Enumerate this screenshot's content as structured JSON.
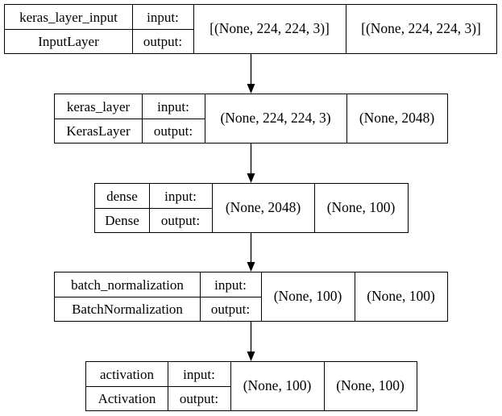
{
  "layers": [
    {
      "name": "keras_layer_input",
      "type": "InputLayer",
      "input_label": "input:",
      "output_label": "output:",
      "input_shape": "[(None, 224, 224, 3)]",
      "output_shape": "[(None, 224, 224, 3)]"
    },
    {
      "name": "keras_layer",
      "type": "KerasLayer",
      "input_label": "input:",
      "output_label": "output:",
      "input_shape": "(None, 224, 224, 3)",
      "output_shape": "(None, 2048)"
    },
    {
      "name": "dense",
      "type": "Dense",
      "input_label": "input:",
      "output_label": "output:",
      "input_shape": "(None, 2048)",
      "output_shape": "(None, 100)"
    },
    {
      "name": "batch_normalization",
      "type": "BatchNormalization",
      "input_label": "input:",
      "output_label": "output:",
      "input_shape": "(None, 100)",
      "output_shape": "(None, 100)"
    },
    {
      "name": "activation",
      "type": "Activation",
      "input_label": "input:",
      "output_label": "output:",
      "input_shape": "(None, 100)",
      "output_shape": "(None, 100)"
    }
  ]
}
